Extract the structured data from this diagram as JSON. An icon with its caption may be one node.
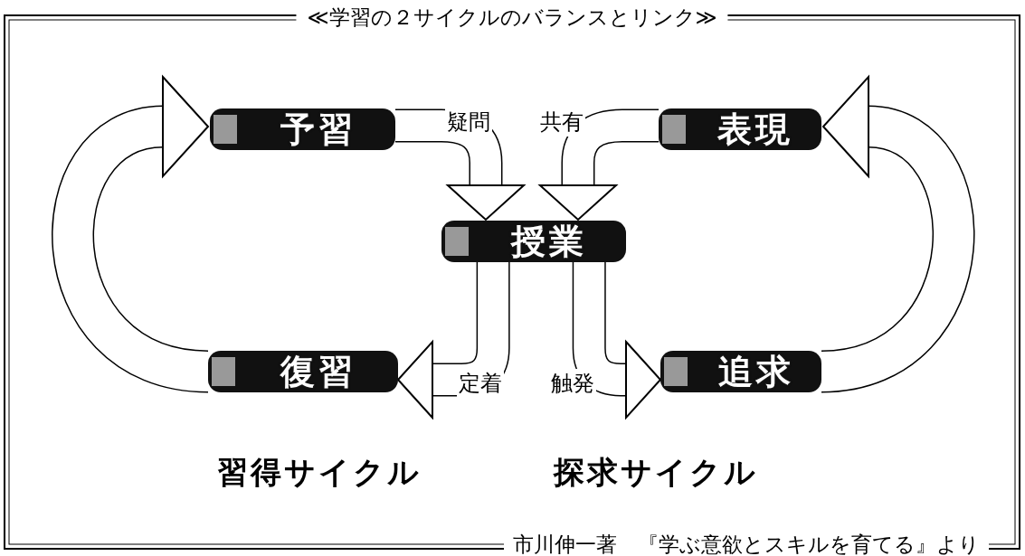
{
  "diagram": {
    "title": "≪学習の２サイクルのバランスとリンク≫",
    "caption": "市川伸一著　『学ぶ意欲とスキルを育てる』より",
    "nodes": [
      {
        "text": [
          "予習"
        ]
      },
      {
        "text": [
          "表現"
        ]
      },
      {
        "text": [
          "授業"
        ]
      },
      {
        "text": [
          "復習"
        ]
      },
      {
        "text": [
          "追求"
        ]
      }
    ],
    "edges": [
      {
        "from": 0,
        "to": 2,
        "arrow": "to",
        "label": "疑問"
      },
      {
        "from": 1,
        "to": 2,
        "arrow": "to",
        "label": "共有"
      },
      {
        "from": 2,
        "to": 3,
        "arrow": "to",
        "label": "定着"
      },
      {
        "from": 2,
        "to": 4,
        "arrow": "to",
        "label": "触発"
      },
      {
        "from": 3,
        "to": 0,
        "arrow": "to"
      },
      {
        "from": 4,
        "to": 1,
        "arrow": "to"
      }
    ],
    "labels": [
      "習得サイクル",
      "探求サイクル"
    ]
  }
}
